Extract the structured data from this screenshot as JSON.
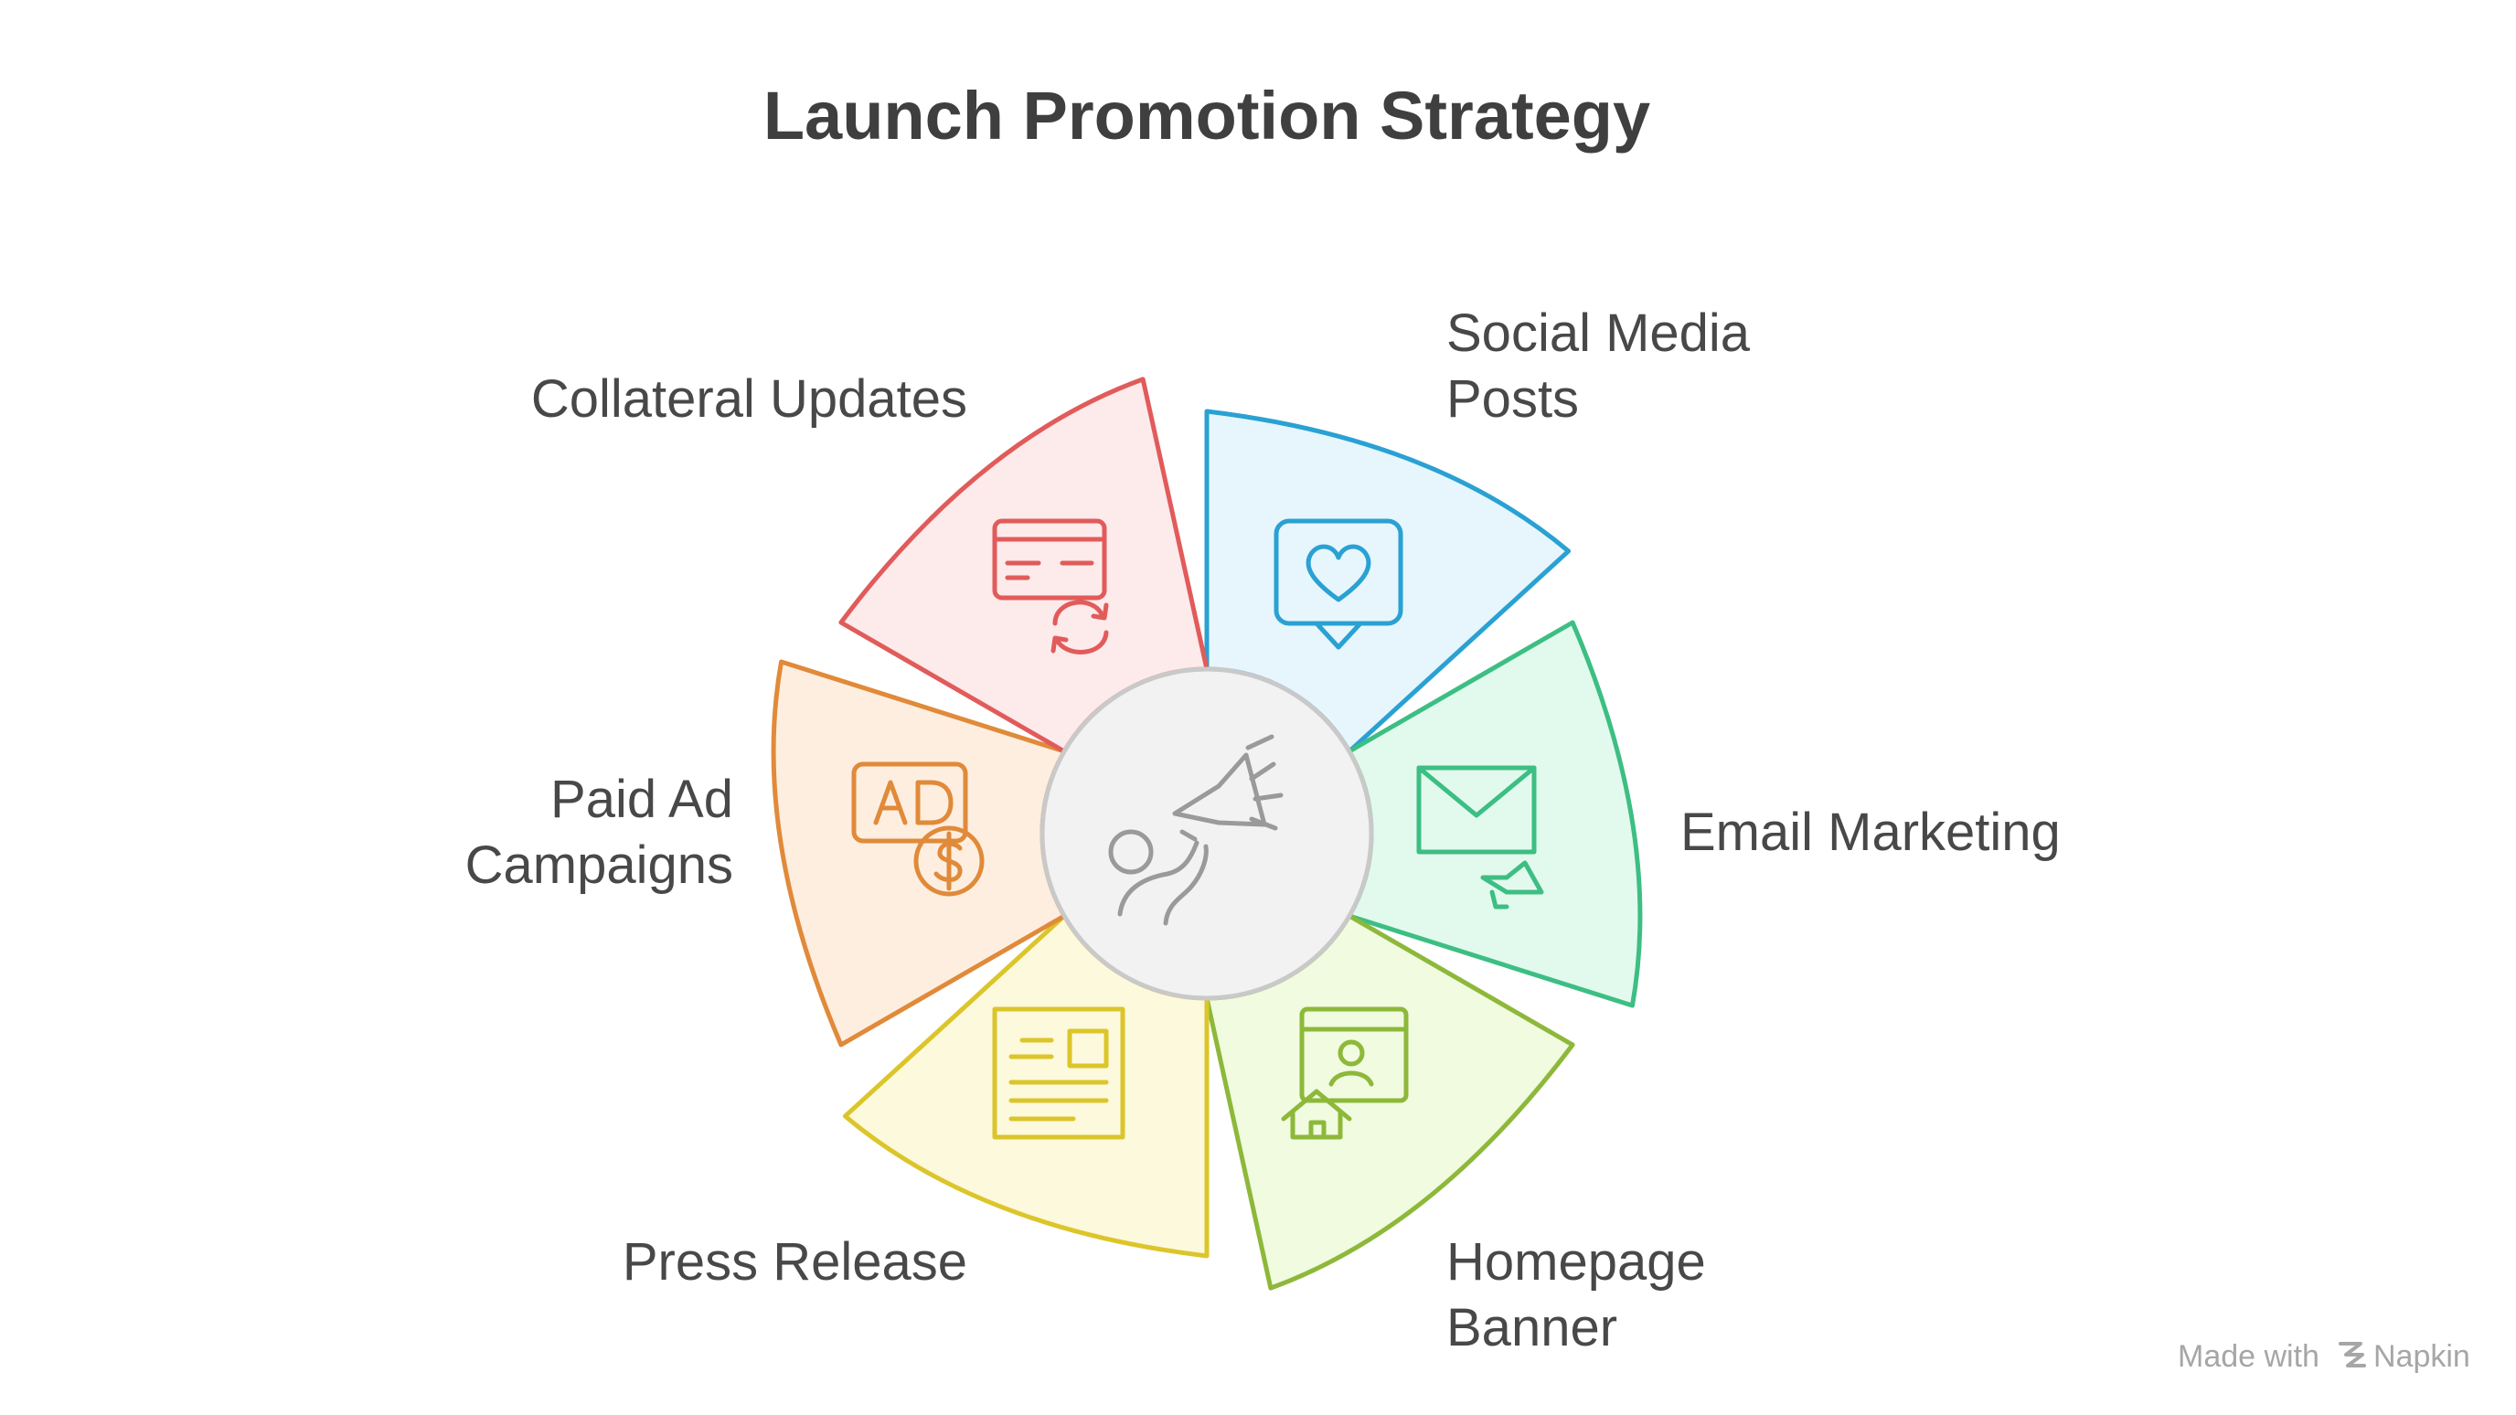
{
  "title": "Launch Promotion Strategy",
  "center": {
    "icon": "megaphone-person-icon"
  },
  "segments": [
    {
      "id": "social-media-posts",
      "lines": [
        "Social Media",
        "Posts"
      ],
      "icon": "heart-speech-bubble-icon",
      "stroke": "#2aa1d3",
      "fill": "#e7f6fc"
    },
    {
      "id": "email-marketing",
      "lines": [
        "Email Marketing"
      ],
      "icon": "envelope-megaphone-icon",
      "stroke": "#3dbe83",
      "fill": "#e2faee"
    },
    {
      "id": "homepage-banner",
      "lines": [
        "Homepage",
        "Banner"
      ],
      "icon": "browser-home-icon",
      "stroke": "#8db83a",
      "fill": "#f1fbdf"
    },
    {
      "id": "press-release",
      "lines": [
        "Press Release"
      ],
      "icon": "newspaper-icon",
      "stroke": "#dcc52a",
      "fill": "#fdf9dc"
    },
    {
      "id": "paid-ad-campaigns",
      "lines": [
        "Paid Ad",
        "Campaigns"
      ],
      "icon": "ad-dollar-icon",
      "stroke": "#e08a3a",
      "fill": "#fdeee0"
    },
    {
      "id": "collateral-updates",
      "lines": [
        "Collateral Updates"
      ],
      "icon": "card-refresh-icon",
      "stroke": "#e15b5b",
      "fill": "#fdeaea"
    }
  ],
  "center_style": {
    "stroke": "#9a9a9a",
    "fill": "#f2f2f2"
  },
  "credit": {
    "made_with": "Made with",
    "brand": "Napkin"
  }
}
